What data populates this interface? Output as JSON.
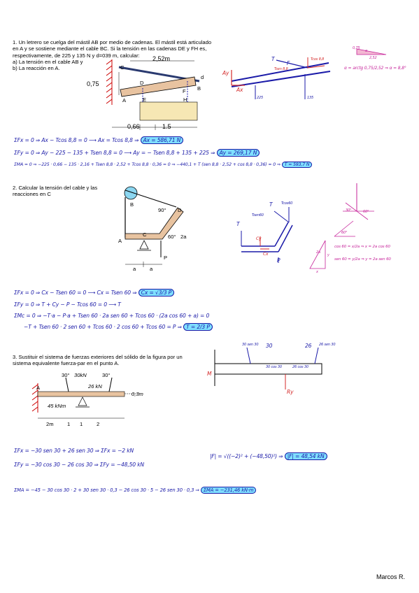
{
  "problems": [
    {
      "statement": "1. Un letrero se cuelga del mástil AB por medio de cadenas. El mástil está articulado en A y se sostiene mediante el cable BC. Si la tensión en las cadenas DE y FH es, respectivamente, de 225 y 135 N y d=039 m, calcular:",
      "items": [
        "a) La tensión en el cable AB y",
        "b) La reacción en A."
      ],
      "figure": {
        "labels": {
          "c": "C",
          "b": "B",
          "a": "A",
          "d": "D",
          "e": "E",
          "f": "F",
          "h": "H",
          "dd": "d"
        },
        "dims": {
          "top": "2,52m",
          "left": "0,75",
          "bottom_a": "0,66",
          "bottom_b": "1.5"
        }
      },
      "fbd_labels": {
        "t": "T",
        "tsin": "Tsen 8,8",
        "tcos": "Tcos 8,8",
        "f": "F",
        "ay": "Ay",
        "ax": "Ax",
        "w1": "225",
        "w2": "135"
      },
      "triangle_labels": {
        "a": "0,75",
        "b": "2,52",
        "c": "α",
        "eq": "α = arctg 0,75/2,52 ⇒ α = 8,8°"
      },
      "solution": [
        {
          "lhs": "ΣFx = 0 ⇒ Ax − Tcos 8,8 = 0 ⟶ Ax = Tcos 8,8 ⇒",
          "ans": "Ax = 586,71 N"
        },
        {
          "lhs": "ΣFy = 0 ⇒ Ay − 225 − 135 + Tsen 8,8 = 0 ⟶ Ay = − Tsen 8,8 + 135 + 225 ⇒",
          "ans": "Ay = 269,17 N"
        },
        {
          "lhs": "ΣMA = 0 ⇒ −225 · 0,66 − 135 · 2,16 + Tsen 8,8 · 2,52 + Tcos 8,8 · 0,36 = 0 ⇒ −440,1 + T (sen 8,8 · 2,52 + cos 8,8 · 0,36) = 0 ⇒",
          "ans": "T = 593,7 N"
        }
      ]
    },
    {
      "statement": "2. Calcular la tensión del cable y las reacciones en C",
      "figure": {
        "labels": {
          "b": "B",
          "d": "D",
          "c": "C",
          "a": "A",
          "p": "P",
          "ang1": "90°",
          "ang2": "60°",
          "len": "2a",
          "a1": "a",
          "a2": "a"
        }
      },
      "fbd_labels": {
        "t1": "T",
        "t2": "T",
        "tcos": "Tcos60",
        "tsin": "Tsen60",
        "cy": "Cy",
        "cx": "Cx",
        "p": "P"
      },
      "side_labels": {
        "ang": "60°",
        "ang2": "30°",
        "x": "x",
        "y": "y",
        "two_a": "2a",
        "ang3": "60°"
      },
      "side_eqs": [
        "cos 60 = x/2a ⇒ x = 2a cos 60",
        "sen 60 = y/2a ⇒ y = 2a sen 60"
      ],
      "solution": [
        {
          "lhs": "ΣFx = 0 ⇒ Cx − Tsen 60 = 0 ⟶ Cx = Tsen 60 ⇒",
          "ans": "Cx = √3/3 P"
        },
        {
          "lhs": "ΣFy = 0 ⇒ T + Cy − P − Tcos 60 = 0 ⟶ T",
          "ans": ""
        },
        {
          "lhs": "ΣMc = 0 ⇒ −T·a − P·a + Tsen 60 · 2a sen 60 + Tcos 60 · (2a cos 60 + a) = 0",
          "ans": ""
        },
        {
          "lhs": "−T + Tsen 60 · 2 sen 60 + Tcos 60 · 2 cos 60 + Tcos 60 = P ⇒",
          "ans": "T = 2/3 P"
        }
      ]
    },
    {
      "statement": "3. Sustituir el sistema de fuerzas exteriores del sólido de la figura por un sistema equivalente fuerza-par en el punto A.",
      "figure": {
        "labels": {
          "a": "A",
          "f1": "30kN",
          "f2": "26 kN",
          "ang1": "30°",
          "ang2": "30°",
          "m": "45 kNm",
          "h": "0,3m",
          "d1": "2m",
          "d2": "1",
          "d3": "1",
          "d4": "2"
        }
      },
      "fbd_labels": {
        "f1s": "30 sen 30",
        "f1v": "30",
        "f2v": "26",
        "f2s": "26 sen 30",
        "f1c": "30 cos 30",
        "f2c": "26 cos 30",
        "m": "M",
        "ry": "Ry"
      },
      "solution": [
        {
          "lhs": "ΣFx = −30 sen 30 + 26 sen 30 ⇒ ΣFx = −2 kN",
          "ans": ""
        },
        {
          "lhs": "ΣFy = −30 cos 30 − 26 cos 30 ⇒ ΣFy = −48,50 kN",
          "ans": ""
        },
        {
          "lhs": "|F| = √((−2)² + (−48,50)²) ⇒",
          "ans": "|F| = 48,54 kN"
        },
        {
          "lhs": "ΣMA = −45 − 30 cos 30 · 2 + 30 sen 30 · 0,3 − 26 cos 30 · 5 − 26 sen 30 · 0,3 ⇒",
          "ans": "ΣMA = −231,46 kN·m"
        }
      ]
    }
  ],
  "signature": "Marcos R."
}
